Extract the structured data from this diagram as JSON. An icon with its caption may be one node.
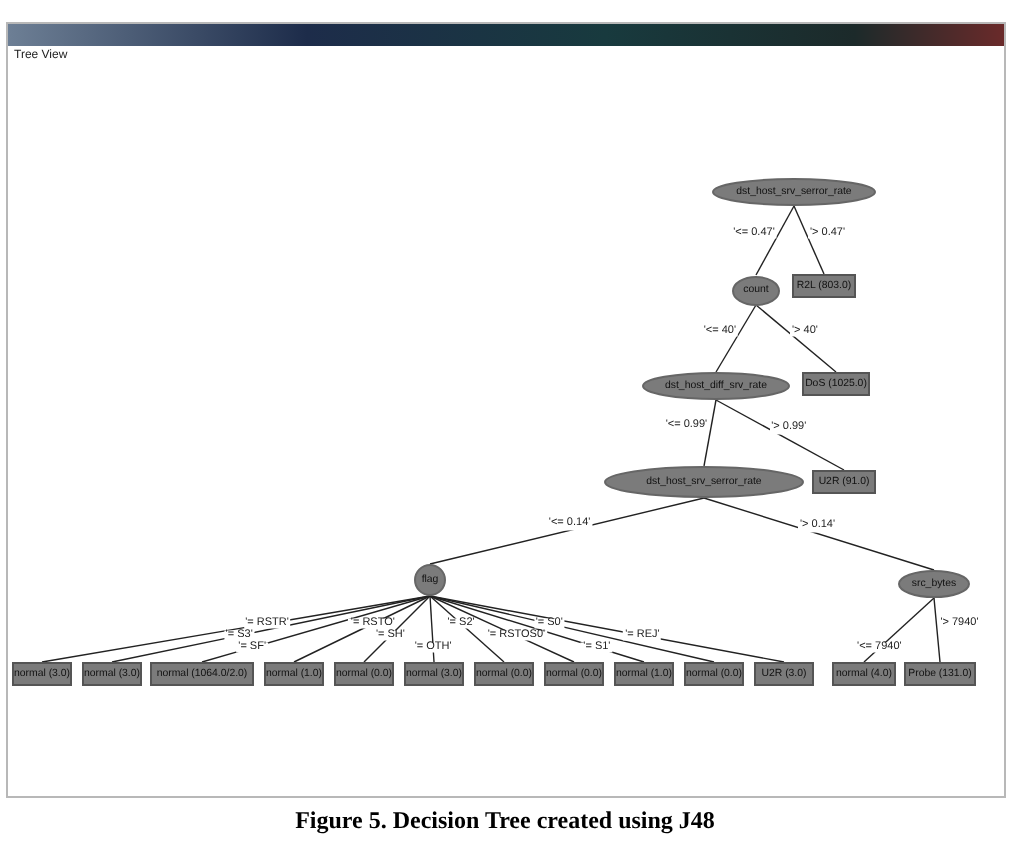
{
  "diagram": {
    "caption": "Figure 5. Decision Tree created using J48",
    "nodes": [
      {
        "text": [
          "dst_host_srv_serror_rate"
        ]
      },
      {
        "text": [
          "count"
        ]
      },
      {
        "text": [
          "R2L (803.0)"
        ]
      },
      {
        "text": [
          "dst_host_diff_srv_rate"
        ]
      },
      {
        "text": [
          "DoS (1025.0)"
        ]
      },
      {
        "text": [
          "dst_host_srv_serror_rate"
        ]
      },
      {
        "text": [
          "U2R (91.0)"
        ]
      },
      {
        "text": [
          "flag"
        ]
      },
      {
        "text": [
          "src_bytes"
        ]
      },
      {
        "text": [
          "normal (3.0)"
        ]
      },
      {
        "text": [
          "normal (3.0)"
        ]
      },
      {
        "text": [
          "normal (1064.0/2.0)"
        ]
      },
      {
        "text": [
          "normal (1.0)"
        ]
      },
      {
        "text": [
          "normal (0.0)"
        ]
      },
      {
        "text": [
          "normal (3.0)"
        ]
      },
      {
        "text": [
          "normal (0.0)"
        ]
      },
      {
        "text": [
          "normal (0.0)"
        ]
      },
      {
        "text": [
          "normal (1.0)"
        ]
      },
      {
        "text": [
          "normal (0.0)"
        ]
      },
      {
        "text": [
          "U2R (3.0)"
        ]
      },
      {
        "text": [
          "normal (4.0)"
        ]
      },
      {
        "text": [
          "Probe (131.0)"
        ]
      }
    ],
    "edges": [
      {
        "from": 0,
        "to": 1,
        "arrow": "none",
        "label": "'<= 0.47'"
      },
      {
        "from": 0,
        "to": 2,
        "arrow": "none",
        "label": "'> 0.47'"
      },
      {
        "from": 1,
        "to": 3,
        "arrow": "none",
        "label": "'<= 40'"
      },
      {
        "from": 1,
        "to": 4,
        "arrow": "none",
        "label": "'> 40'"
      },
      {
        "from": 3,
        "to": 5,
        "arrow": "none",
        "label": "'<= 0.99'"
      },
      {
        "from": 3,
        "to": 6,
        "arrow": "none",
        "label": "'> 0.99'"
      },
      {
        "from": 5,
        "to": 7,
        "arrow": "none",
        "label": "'<= 0.14'"
      },
      {
        "from": 5,
        "to": 8,
        "arrow": "none",
        "label": "'> 0.14'"
      },
      {
        "from": 7,
        "to": 9,
        "arrow": "none",
        "label": "'= RSTR'"
      },
      {
        "from": 7,
        "to": 10,
        "arrow": "none",
        "label": "'= S3'"
      },
      {
        "from": 7,
        "to": 11,
        "arrow": "none",
        "label": "'= SF'"
      },
      {
        "from": 7,
        "to": 12,
        "arrow": "none",
        "label": "'= RSTO'"
      },
      {
        "from": 7,
        "to": 13,
        "arrow": "none",
        "label": "'= SH'"
      },
      {
        "from": 7,
        "to": 14,
        "arrow": "none",
        "label": "'= OTH'"
      },
      {
        "from": 7,
        "to": 15,
        "arrow": "none",
        "label": "'= S2'"
      },
      {
        "from": 7,
        "to": 16,
        "arrow": "none",
        "label": "'= RSTOS0'"
      },
      {
        "from": 7,
        "to": 17,
        "arrow": "none",
        "label": "'= S1'"
      },
      {
        "from": 7,
        "to": 18,
        "arrow": "none",
        "label": "'= S0'"
      },
      {
        "from": 7,
        "to": 19,
        "arrow": "none",
        "label": "'= REJ'"
      },
      {
        "from": 8,
        "to": 20,
        "arrow": "none",
        "label": "'<= 7940'"
      },
      {
        "from": 8,
        "to": 21,
        "arrow": "none",
        "label": "'> 7940'"
      }
    ],
    "labels": [
      "Tree View"
    ]
  }
}
